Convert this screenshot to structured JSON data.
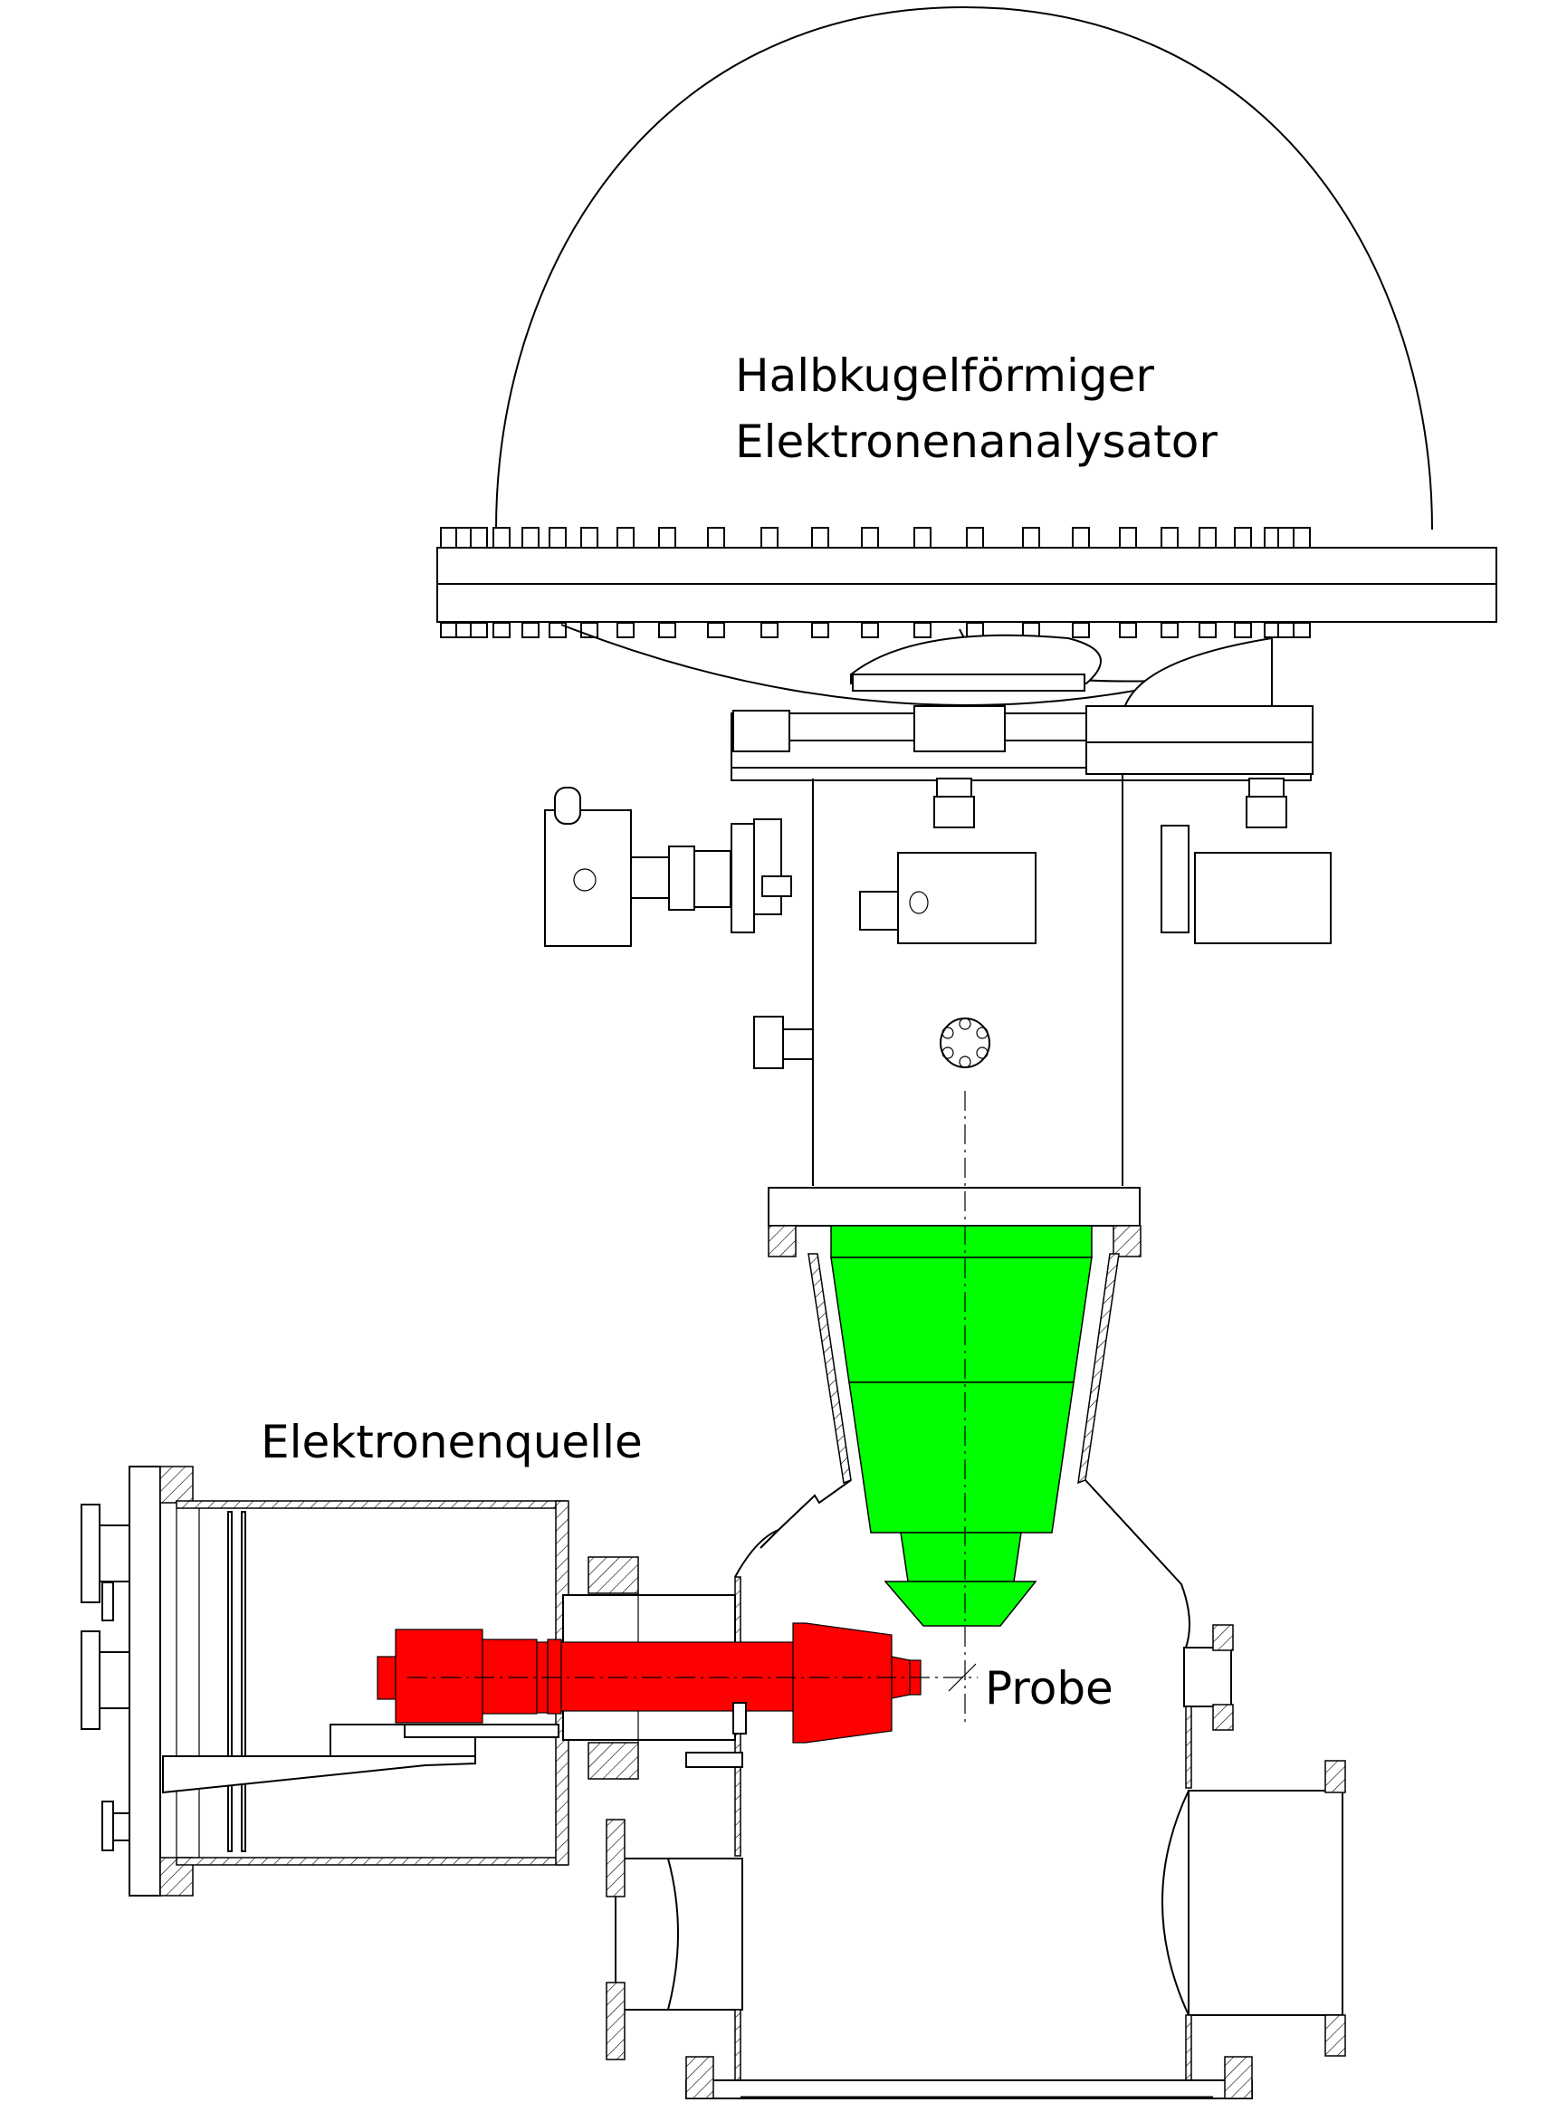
{
  "diagram": {
    "labels": {
      "analyzer_line1": "Halbkugelförmiger",
      "analyzer_line2": "Elektronenanalysator",
      "source": "Elektronenquelle",
      "sample": "Probe"
    },
    "colors": {
      "lens": "#00ff00",
      "electron_source": "#ff0000",
      "line": "#000000",
      "background": "#ffffff"
    },
    "components": [
      {
        "id": "analyzer",
        "label_ref": "analyzer"
      },
      {
        "id": "electron-lens",
        "color_ref": "lens"
      },
      {
        "id": "electron-source",
        "label_ref": "source",
        "color_ref": "electron_source"
      },
      {
        "id": "sample-chamber",
        "label_ref": "sample"
      }
    ]
  }
}
